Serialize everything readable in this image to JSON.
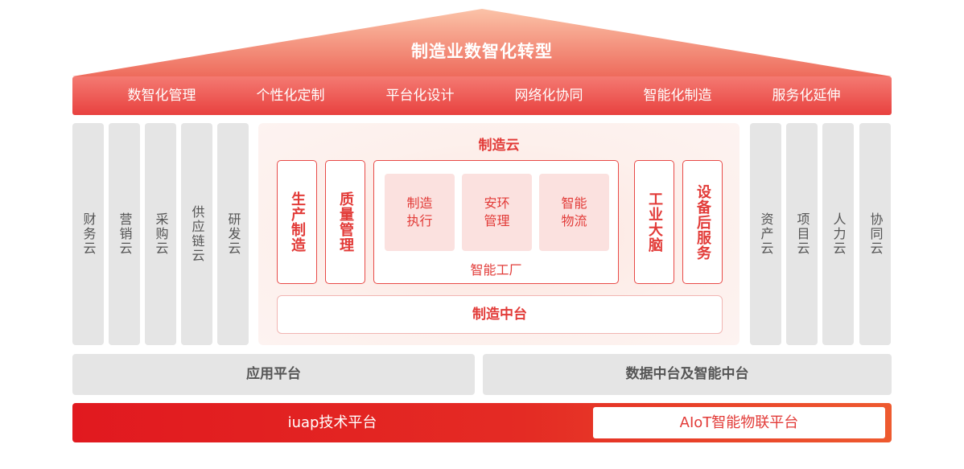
{
  "roof": {
    "title": "制造业数智化转型"
  },
  "band": {
    "items": [
      "数智化管理",
      "个性化定制",
      "平台化设计",
      "网络化协同",
      "智能化制造",
      "服务化延伸"
    ]
  },
  "left_pillars": [
    "财务云",
    "营销云",
    "采购云",
    "供应链云",
    "研发云"
  ],
  "right_pillars": [
    "资产云",
    "项目云",
    "人力云",
    "协同云"
  ],
  "center": {
    "title": "制造云",
    "left_boxes": [
      "生产制造",
      "质量管理"
    ],
    "factory": {
      "tiles": [
        {
          "line1": "制造",
          "line2": "执行"
        },
        {
          "line1": "安环",
          "line2": "管理"
        },
        {
          "line1": "智能",
          "line2": "物流"
        }
      ],
      "label": "智能工厂"
    },
    "right_boxes": [
      "工业大脑",
      "设备后服务"
    ],
    "middle_platform": "制造中台"
  },
  "platforms": {
    "left": "应用平台",
    "right": "数据中台及智能中台"
  },
  "base": {
    "left": "iuap技术平台",
    "right": "AIoT智能物联平台"
  },
  "colors": {
    "accent": "#e23b38",
    "roof_top": "#f9b69c",
    "roof_bottom": "#e8413f",
    "pillar": "#e5e5e5"
  }
}
